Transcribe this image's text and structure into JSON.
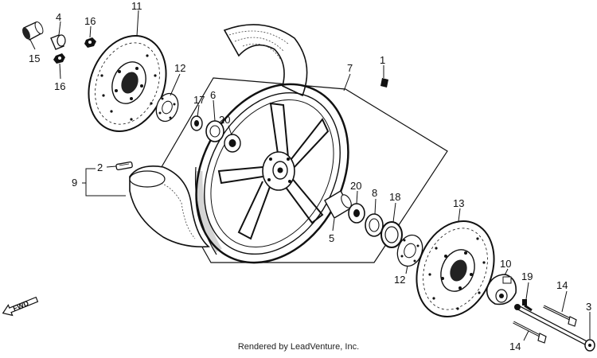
{
  "callouts": {
    "c1": "1",
    "c2": "2",
    "c3": "3",
    "c4": "4",
    "c5": "5",
    "c6": "6",
    "c7": "7",
    "c8": "8",
    "c9": "9",
    "c10": "10",
    "c11": "11",
    "c12a": "12",
    "c12b": "12",
    "c13": "13",
    "c14a": "14",
    "c14b": "14",
    "c15": "15",
    "c16a": "16",
    "c16b": "16",
    "c17": "17",
    "c18": "18",
    "c19": "19",
    "c20a": "20",
    "c20b": "20"
  },
  "direction_label": "FWD",
  "footer": {
    "credit": "Rendered by LeadVenture, Inc."
  }
}
